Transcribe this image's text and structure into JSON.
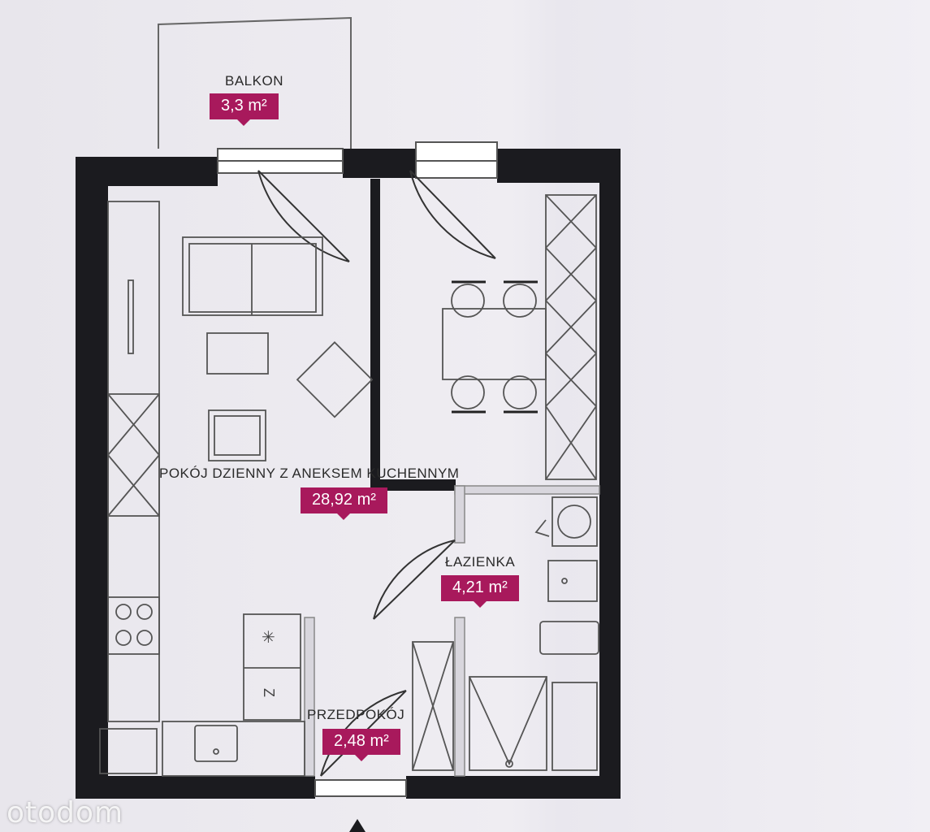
{
  "rooms": {
    "balcony": {
      "name": "BALKON",
      "area": "3,3 m²"
    },
    "living": {
      "name": "POKÓJ DZIENNY Z ANEKSEM KUCHENNYM",
      "area": "28,92 m²"
    },
    "bathroom": {
      "name": "ŁAZIENKA",
      "area": "4,21 m²"
    },
    "hallway": {
      "name": "PRZEDPOKÓJ",
      "area": "2,48 m²"
    }
  },
  "appliance_symbols": {
    "freezer": "✳",
    "fridge": "Z"
  },
  "watermark": "otodom",
  "colors": {
    "wall": "#1b1b1f",
    "accent": "#a8195c",
    "line": "#555555"
  }
}
